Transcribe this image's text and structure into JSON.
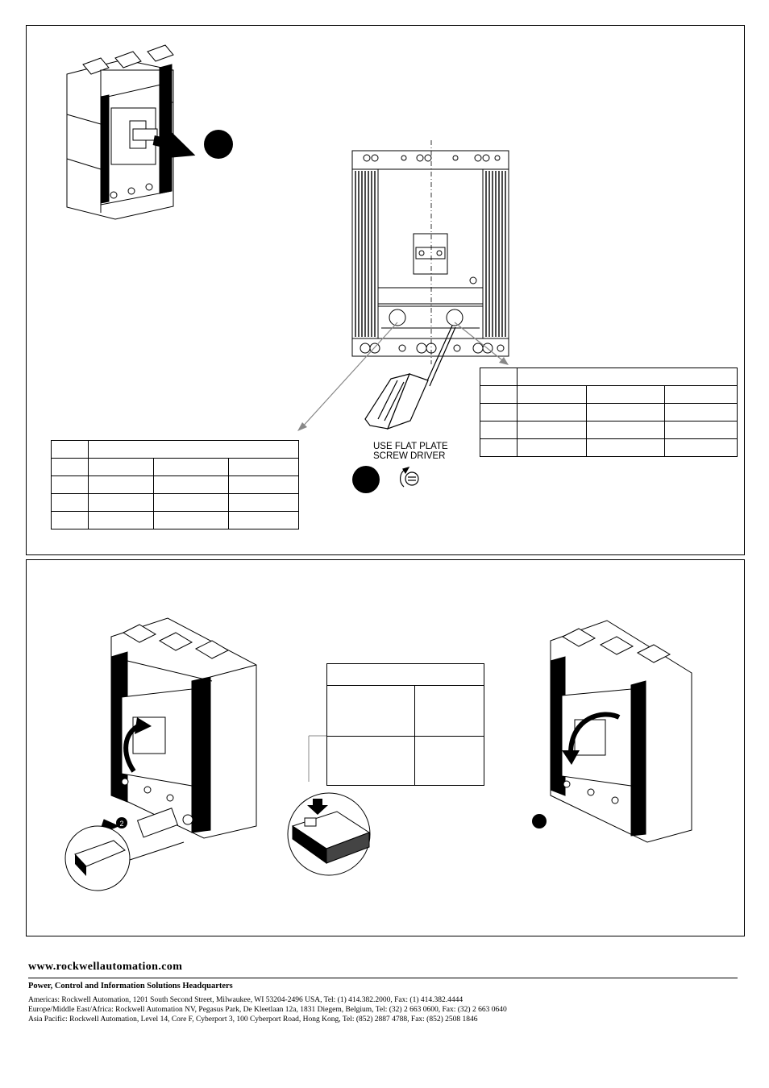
{
  "top_panel": {
    "screwdriver_instruction": [
      "USE FLAT PLATE",
      "SCREW DRIVER"
    ],
    "step_markers": [
      "●",
      "●"
    ],
    "illustrations": [
      "breaker-isometric",
      "breaker-front-view",
      "screwdriver",
      "rotate-ccw-icon"
    ]
  },
  "bottom_panel": {
    "step_badge": "2",
    "illustrations": [
      "breaker-with-module-insert",
      "module-zoom",
      "breaker-close"
    ]
  },
  "footer": {
    "url": "www.rockwellautomation.com",
    "hq_heading": "Power, Control and Information Solutions Headquarters",
    "addresses": [
      "Americas: Rockwell Automation, 1201 South Second Street, Milwaukee, WI 53204-2496 USA, Tel: (1) 414.382.2000, Fax: (1) 414.382.4444",
      "Europe/Middle East/Africa: Rockwell Automation NV, Pegasus Park, De Kleetlaan 12a, 1831 Diegem, Belgium, Tel: (32) 2 663 0600, Fax: (32) 2 663 0640",
      "Asia Pacific: Rockwell Automation, Level 14, Core F, Cyberport 3, 100 Cyberport Road, Hong Kong, Tel: (852) 2887 4788, Fax: (852) 2508 1846"
    ]
  },
  "colors": {
    "ink": "#000000",
    "paper": "#ffffff",
    "grey_line": "#888888"
  }
}
